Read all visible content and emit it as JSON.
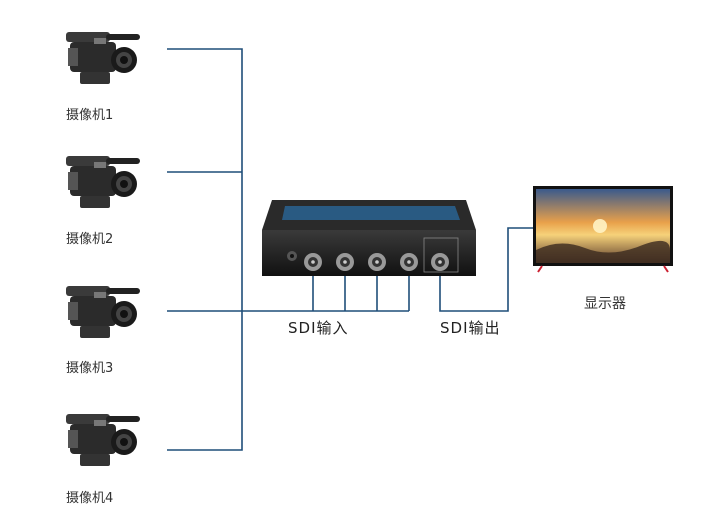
{
  "cameras": [
    {
      "label": "摄像机1"
    },
    {
      "label": "摄像机2"
    },
    {
      "label": "摄像机3"
    },
    {
      "label": "摄像机4"
    }
  ],
  "device": {
    "input_label": "SDI输入",
    "output_label": "SDI输出",
    "input_ports": 4,
    "output_ports": 1
  },
  "display": {
    "label": "显示器"
  },
  "colors": {
    "connection_line": "#1f4e79",
    "device_body": "#1c1c1c",
    "device_stripe": "#2a6fa8"
  }
}
